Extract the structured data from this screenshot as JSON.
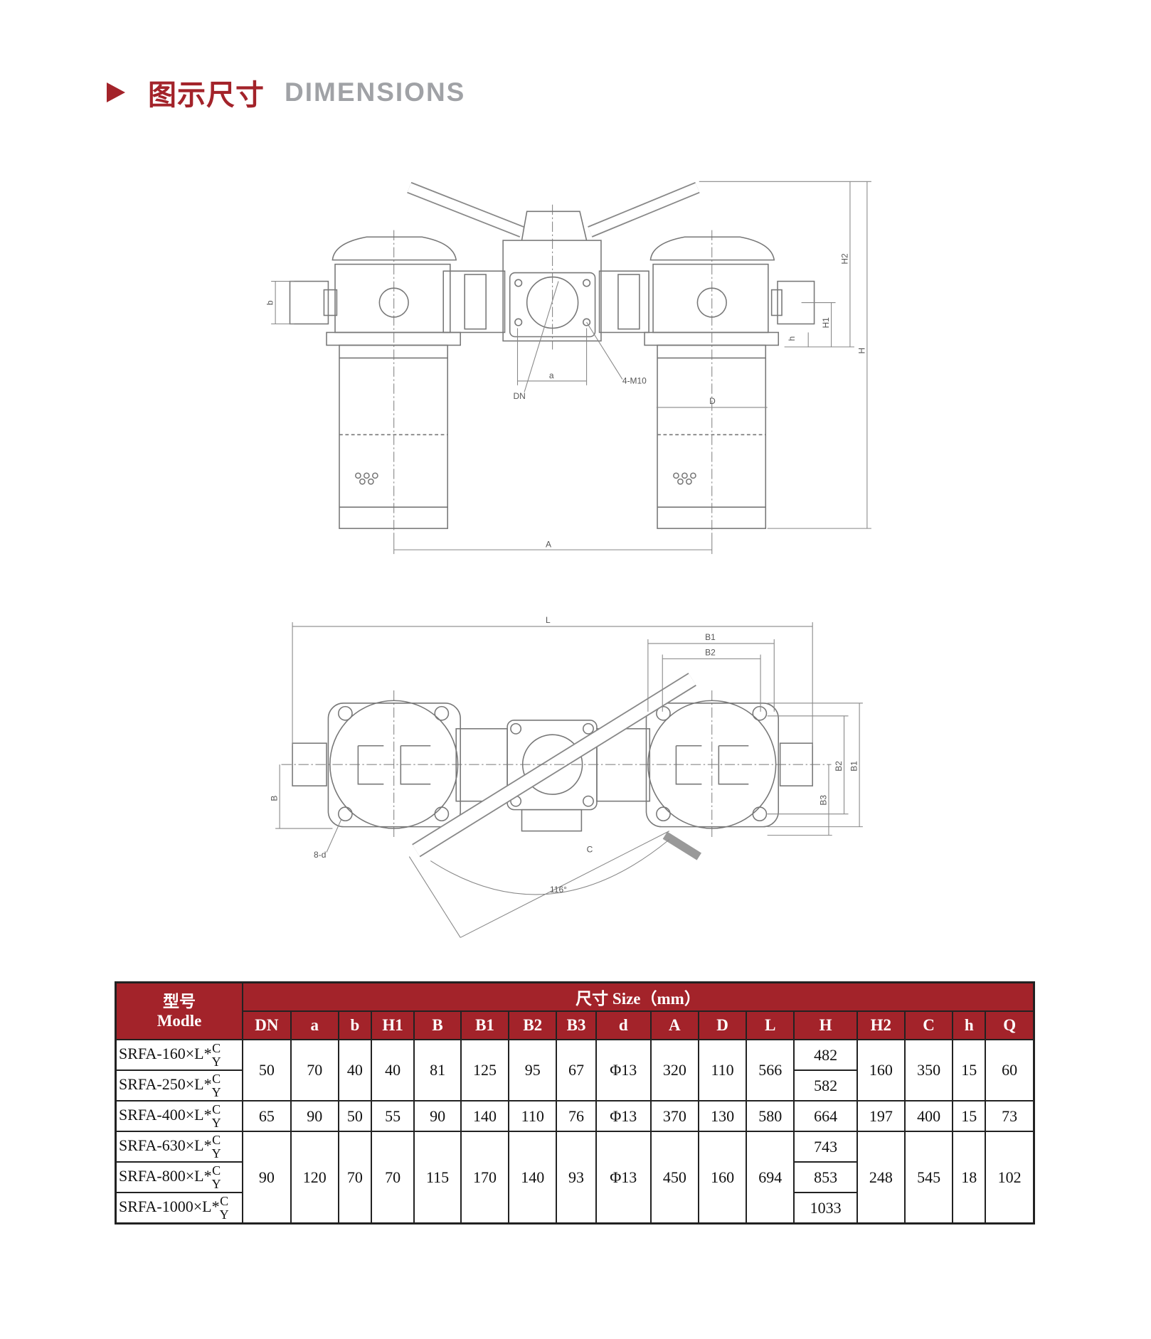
{
  "header": {
    "title_cn": "图示尺寸",
    "title_en": "DIMENSIONS",
    "accent": "#a3232a"
  },
  "drawing_labels": {
    "front": {
      "b": "b",
      "H2": "H2",
      "H1": "H1",
      "h": "h",
      "H": "H",
      "a": "a",
      "DN": "DN",
      "bolts": "4-M10",
      "D": "D",
      "A": "A"
    },
    "top": {
      "L": "L",
      "B1": "B1",
      "B2": "B2",
      "B": "B",
      "B2_side": "B2",
      "B1_side": "B1",
      "B3": "B3",
      "holes": "8-d",
      "C": "C",
      "angle": "116°"
    }
  },
  "table": {
    "model_header_cn": "型号",
    "model_header_en": "Modle",
    "size_header": "尺寸 Size（mm）",
    "columns": [
      "DN",
      "a",
      "b",
      "H1",
      "B",
      "B1",
      "B2",
      "B3",
      "d",
      "A",
      "D",
      "L",
      "H",
      "H2",
      "C",
      "h",
      "Q"
    ],
    "suffix_top": "C",
    "suffix_bottom": "Y",
    "groups": [
      {
        "models": [
          "SRFA-160×L*",
          "SRFA-250×L*"
        ],
        "values": {
          "DN": "50",
          "a": "70",
          "b": "40",
          "H1": "40",
          "B": "81",
          "B1": "125",
          "B2": "95",
          "B3": "67",
          "d": "Φ13",
          "A": "320",
          "D": "110",
          "L": "566",
          "H2": "160",
          "C": "350",
          "h": "15",
          "Q": "60"
        },
        "H": [
          "482",
          "582"
        ]
      },
      {
        "models": [
          "SRFA-400×L*"
        ],
        "values": {
          "DN": "65",
          "a": "90",
          "b": "50",
          "H1": "55",
          "B": "90",
          "B1": "140",
          "B2": "110",
          "B3": "76",
          "d": "Φ13",
          "A": "370",
          "D": "130",
          "L": "580",
          "H2": "197",
          "C": "400",
          "h": "15",
          "Q": "73"
        },
        "H": [
          "664"
        ]
      },
      {
        "models": [
          "SRFA-630×L*",
          "SRFA-800×L*",
          "SRFA-1000×L*"
        ],
        "values": {
          "DN": "90",
          "a": "120",
          "b": "70",
          "H1": "70",
          "B": "115",
          "B1": "170",
          "B2": "140",
          "B3": "93",
          "d": "Φ13",
          "A": "450",
          "D": "160",
          "L": "694",
          "H2": "248",
          "C": "545",
          "h": "18",
          "Q": "102"
        },
        "H": [
          "743",
          "853",
          "1033"
        ]
      }
    ]
  }
}
